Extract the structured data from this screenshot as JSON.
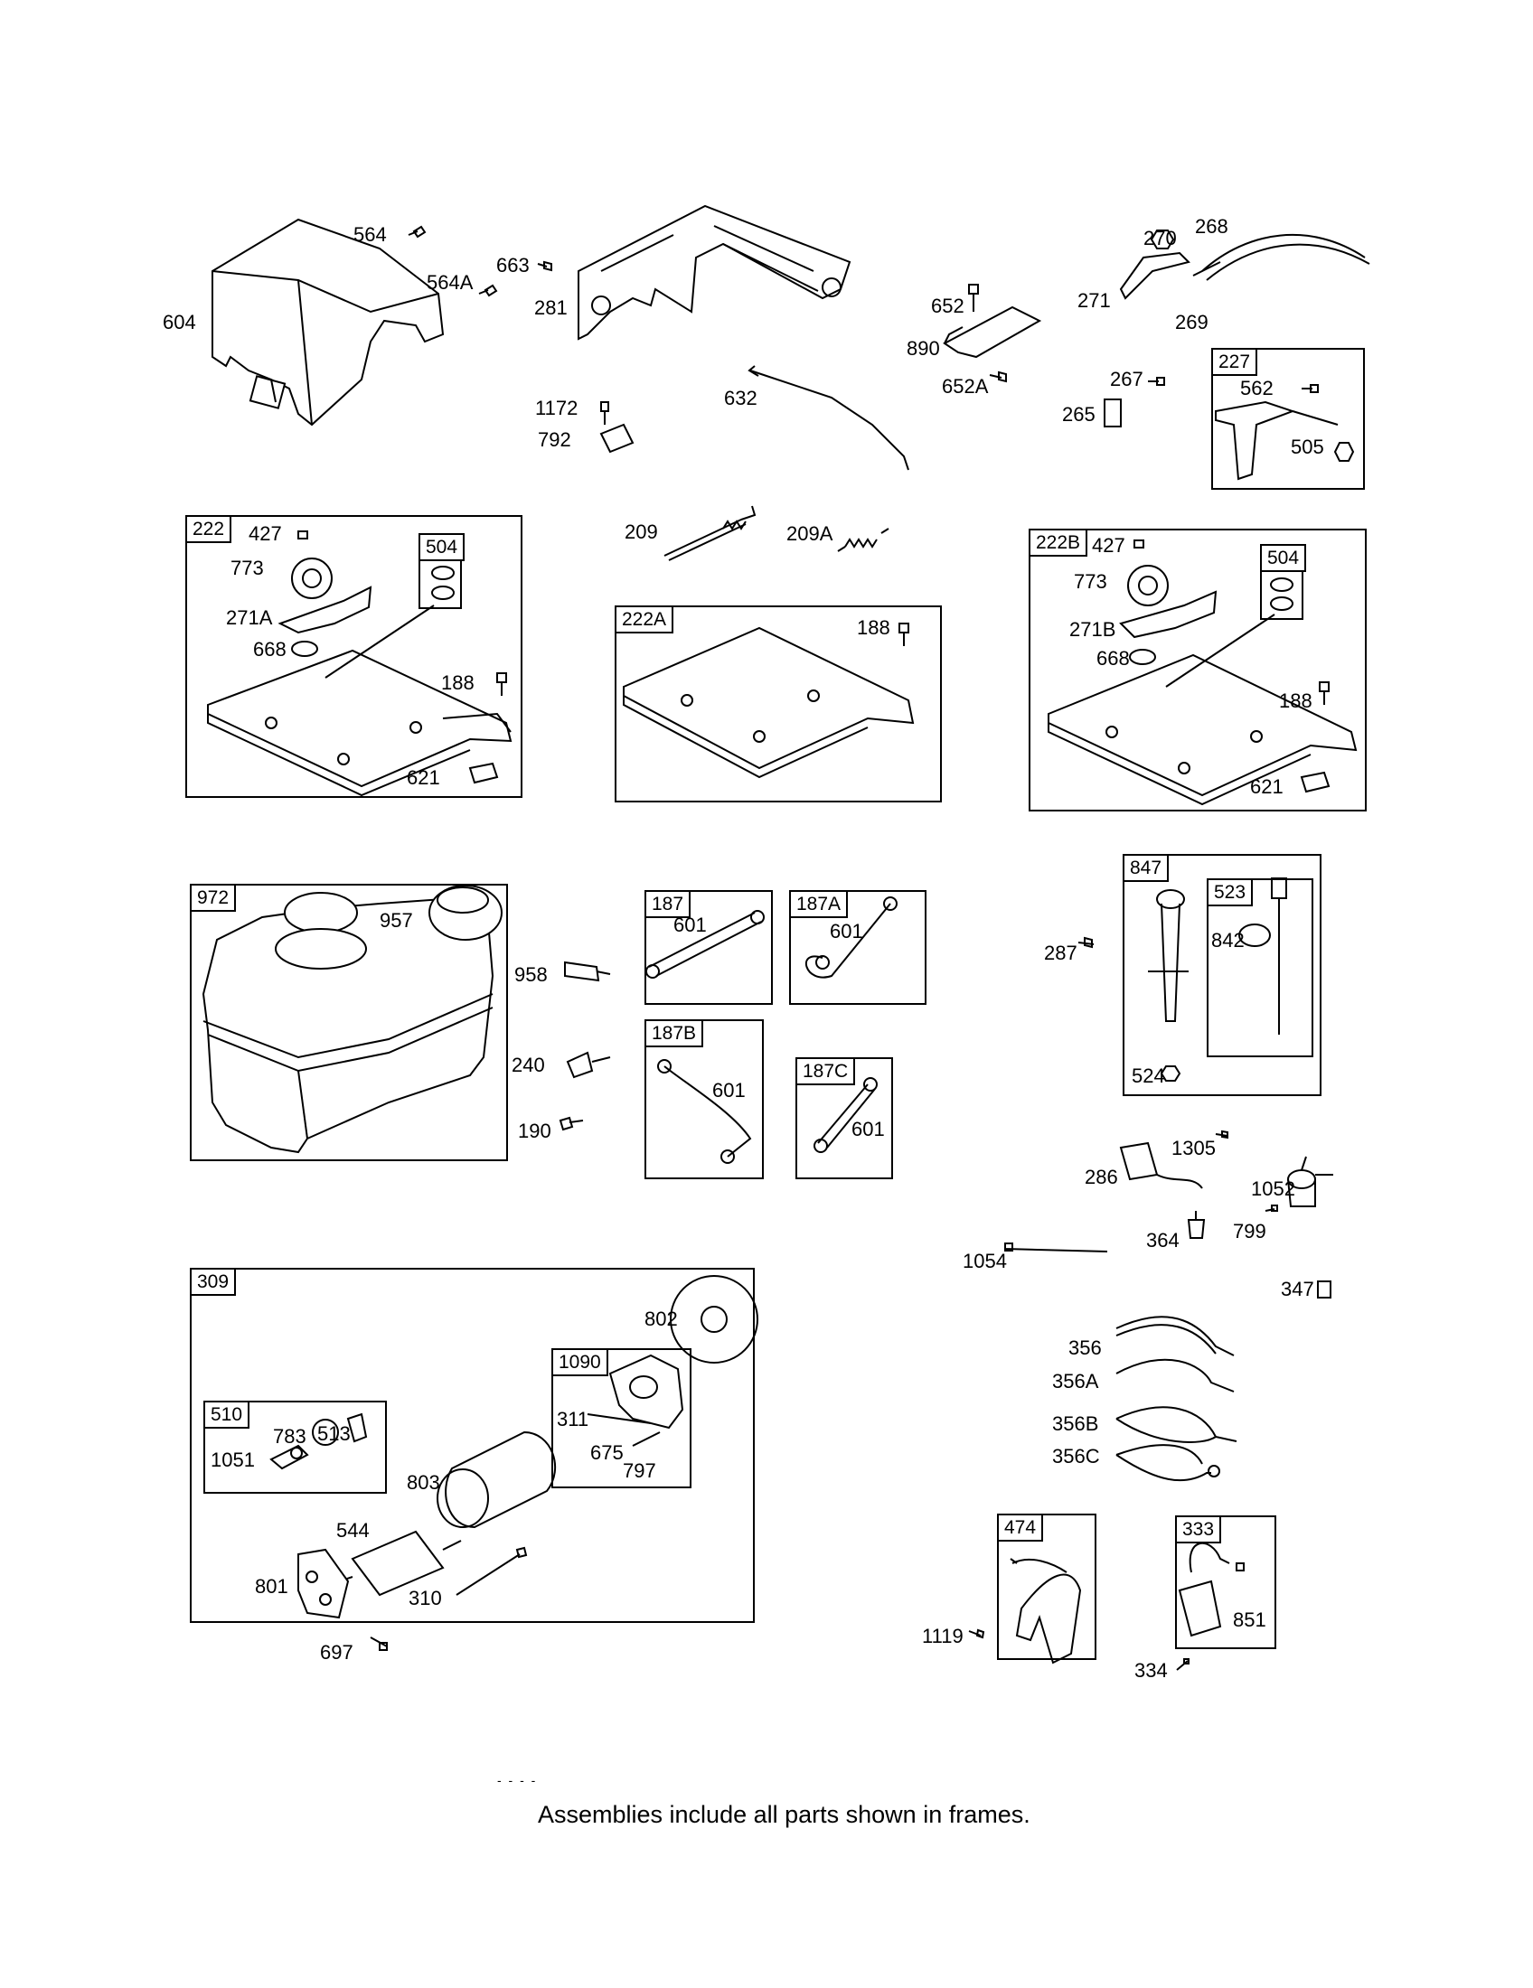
{
  "footer": {
    "note": "Assemblies include all parts shown in frames.",
    "dash": "- - - -"
  },
  "frames": [
    {
      "id": "f222",
      "tag": "222"
    },
    {
      "id": "f504a",
      "tag": "504"
    },
    {
      "id": "f222A",
      "tag": "222A"
    },
    {
      "id": "f222B",
      "tag": "222B"
    },
    {
      "id": "f504b",
      "tag": "504"
    },
    {
      "id": "f227",
      "tag": "227"
    },
    {
      "id": "f972",
      "tag": "972"
    },
    {
      "id": "f187",
      "tag": "187"
    },
    {
      "id": "f187A",
      "tag": "187A"
    },
    {
      "id": "f187B",
      "tag": "187B"
    },
    {
      "id": "f187C",
      "tag": "187C"
    },
    {
      "id": "f847",
      "tag": "847"
    },
    {
      "id": "f523",
      "tag": "523"
    },
    {
      "id": "f309",
      "tag": "309"
    },
    {
      "id": "f1090",
      "tag": "1090"
    },
    {
      "id": "f510",
      "tag": "510"
    },
    {
      "id": "f474",
      "tag": "474"
    },
    {
      "id": "f333",
      "tag": "333"
    }
  ],
  "parts": [
    "604",
    "564",
    "564A",
    "663",
    "281",
    "1172",
    "792",
    "632",
    "652",
    "890",
    "652A",
    "270",
    "268",
    "271",
    "269",
    "267",
    "265",
    "562",
    "505",
    "427",
    "773",
    "271A",
    "668",
    "188",
    "621",
    "209",
    "209A",
    "188",
    "427",
    "773",
    "271B",
    "668",
    "188",
    "621",
    "957",
    "958",
    "240",
    "190",
    "601",
    "601",
    "601",
    "601",
    "287",
    "842",
    "524",
    "1305",
    "286",
    "1052",
    "364",
    "799",
    "1054",
    "347",
    "356",
    "356A",
    "356B",
    "356C",
    "802",
    "311",
    "675",
    "797",
    "783",
    "513",
    "1051",
    "803",
    "544",
    "801",
    "310",
    "697",
    "1119",
    "851",
    "334"
  ]
}
